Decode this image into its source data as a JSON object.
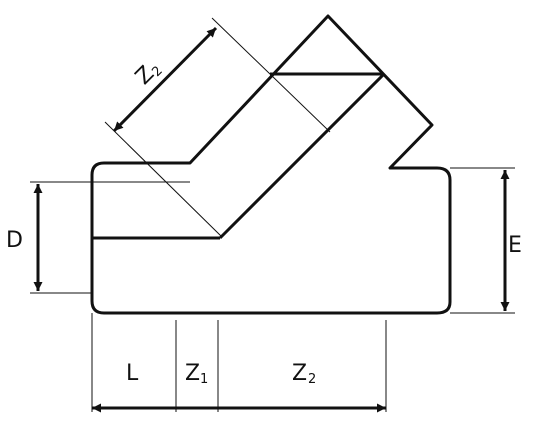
{
  "labels": {
    "d": "D",
    "e": "E",
    "l": "L",
    "z": "Z",
    "z1_sub": "1",
    "z2_sub": "2"
  },
  "colors": {
    "outline": "#111111",
    "dimension": "#111111",
    "background": "#ffffff"
  }
}
